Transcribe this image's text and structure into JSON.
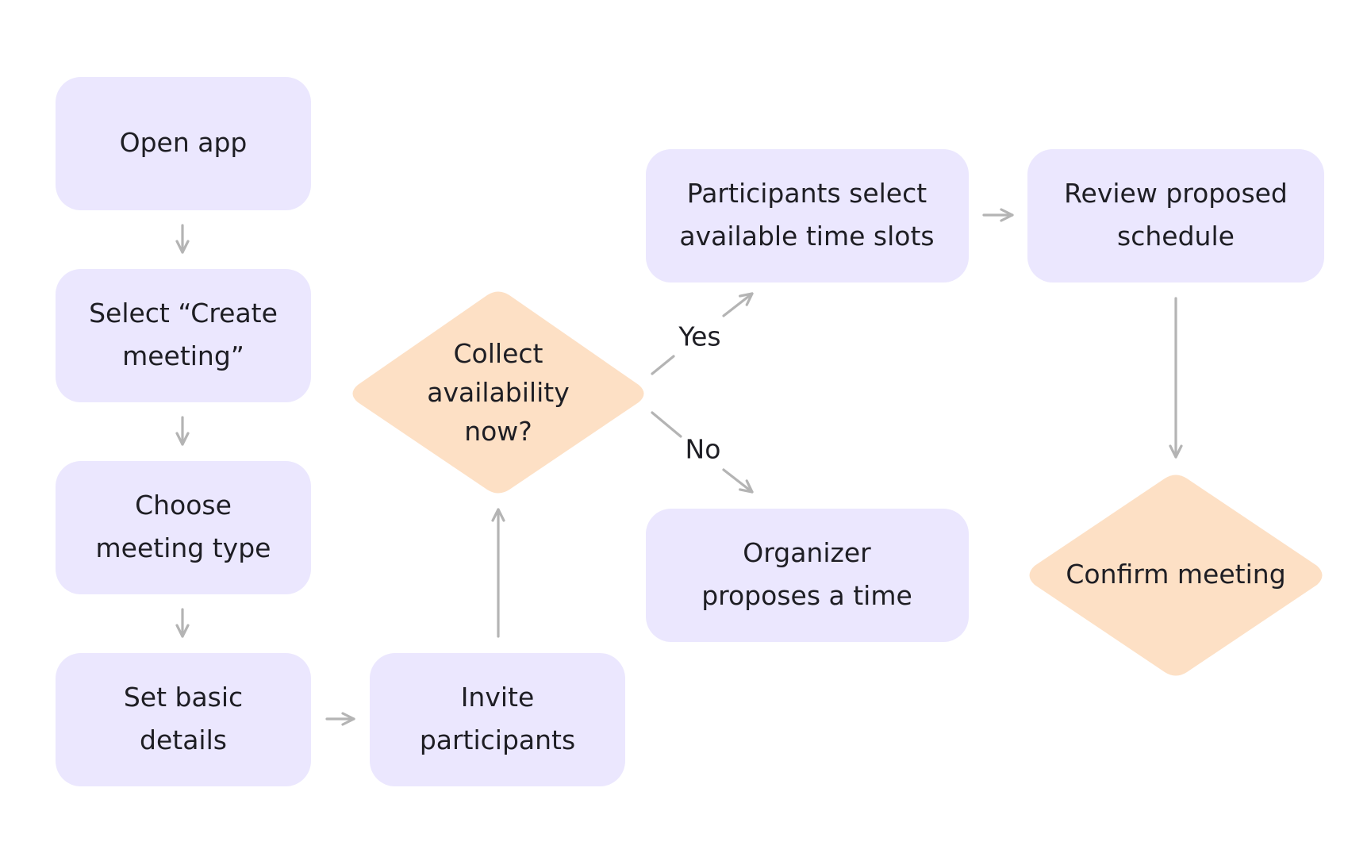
{
  "colors": {
    "process_fill": "#ebe7fe",
    "decision_fill": "#fde0c5",
    "arrow": "#b4b4b4",
    "text": "#1e1e24",
    "background": "#ffffff"
  },
  "nodes": {
    "open_app": {
      "lines": [
        "Open app"
      ]
    },
    "select_create": {
      "lines": [
        "Select “Create",
        "meeting”"
      ]
    },
    "choose_type": {
      "lines": [
        "Choose",
        "meeting type"
      ]
    },
    "set_details": {
      "lines": [
        "Set basic",
        "details"
      ]
    },
    "invite": {
      "lines": [
        "Invite",
        "participants"
      ]
    },
    "collect": {
      "lines": [
        "Collect",
        "availability",
        "now?"
      ]
    },
    "participants_select": {
      "lines": [
        "Participants select",
        "available time slots"
      ]
    },
    "organizer_proposes": {
      "lines": [
        "Organizer",
        "proposes a time"
      ]
    },
    "review": {
      "lines": [
        "Review proposed",
        "schedule"
      ]
    },
    "confirm": {
      "lines": [
        "Confirm meeting"
      ]
    }
  },
  "edge_labels": {
    "yes": "Yes",
    "no": "No"
  }
}
